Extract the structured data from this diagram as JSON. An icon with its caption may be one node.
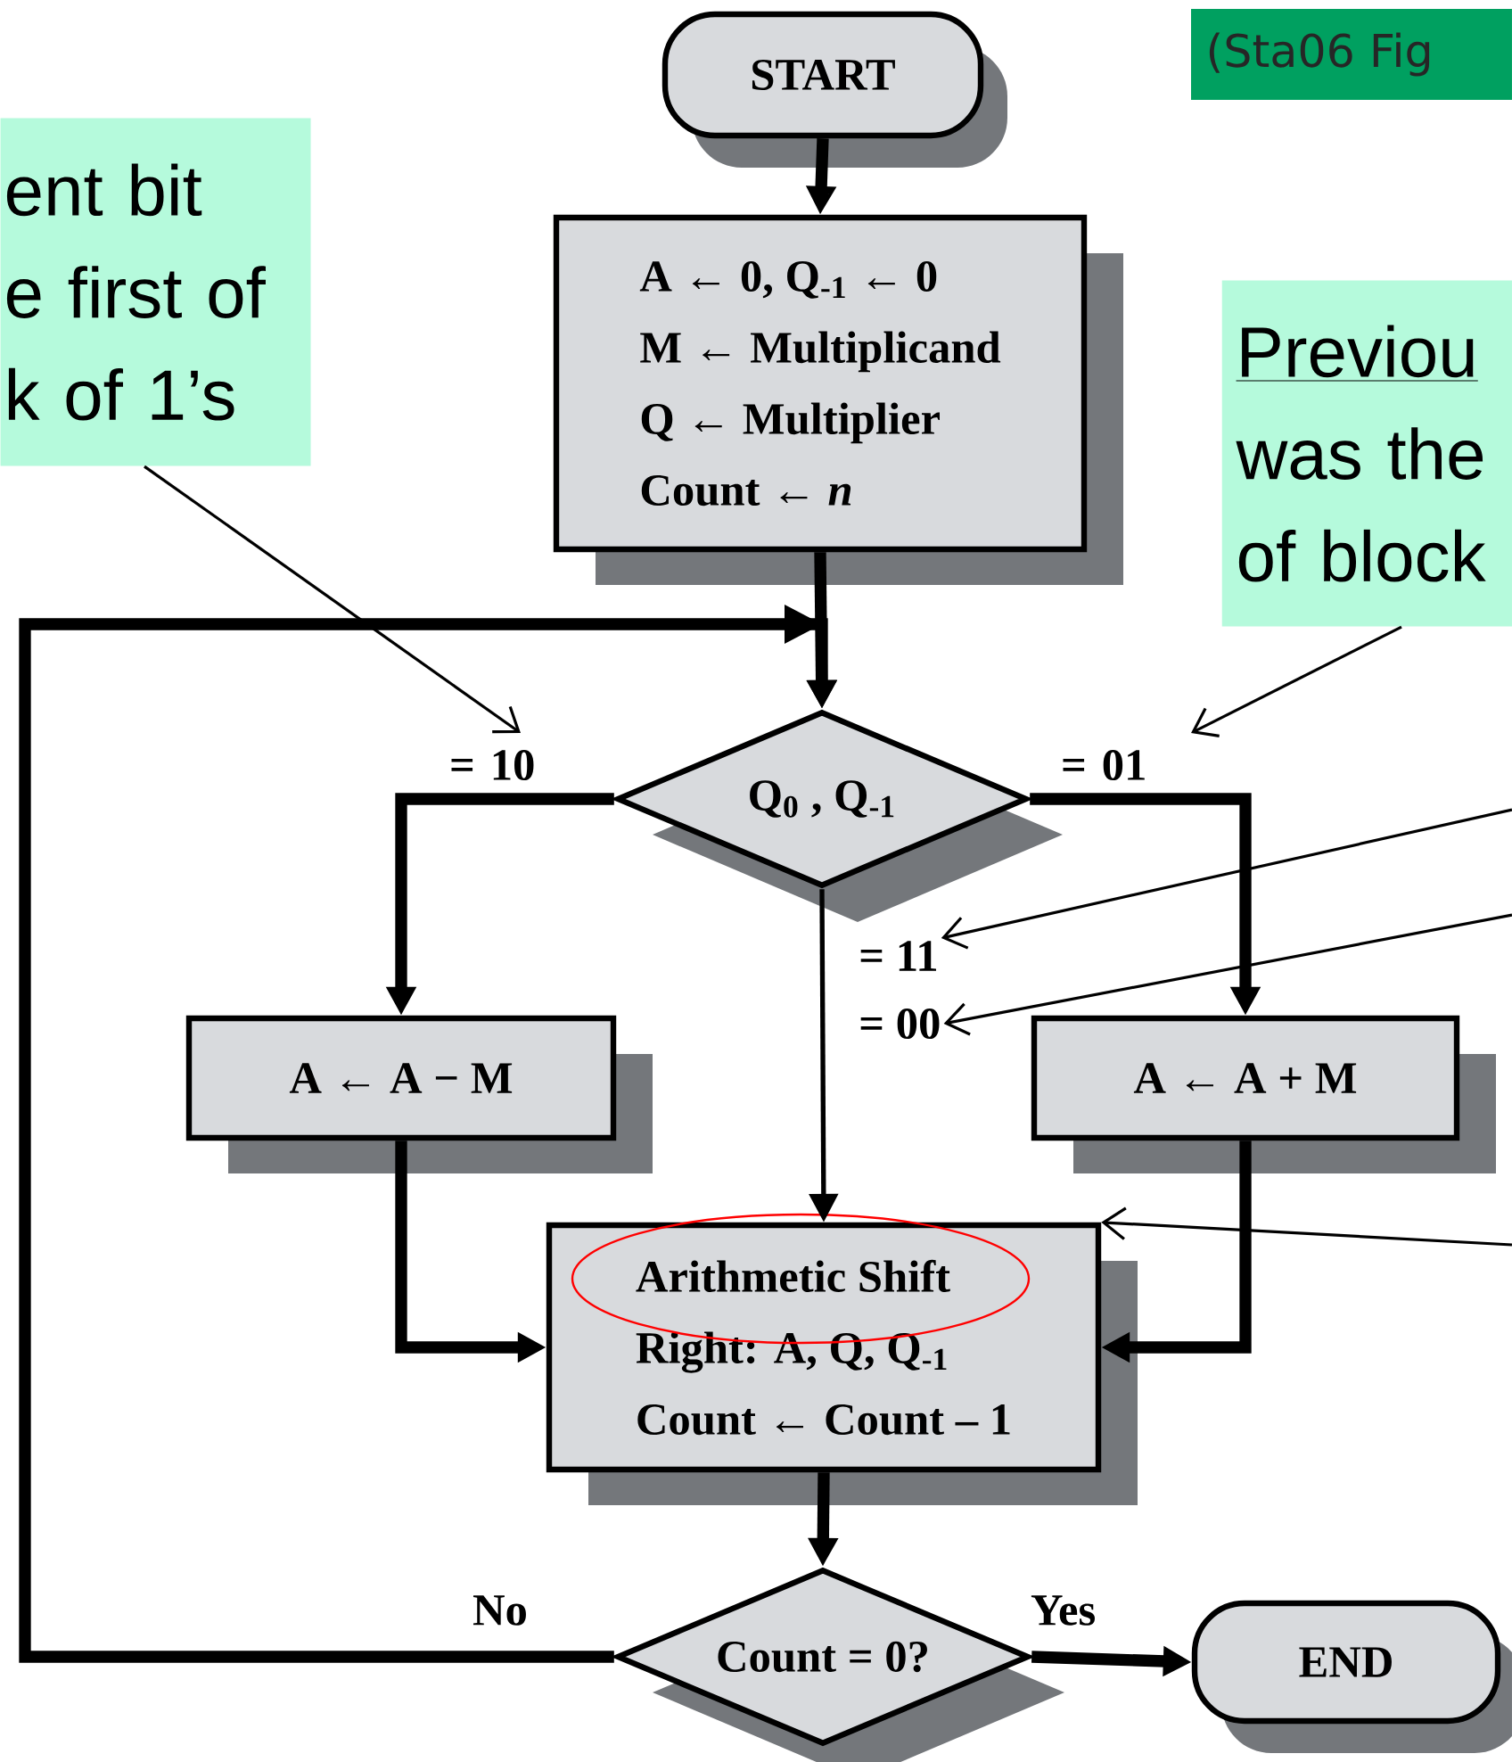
{
  "diagram": {
    "nodes": [
      {
        "text": [
          "ent bit",
          "e first of",
          "k of 1’s"
        ]
      },
      {
        "text": [
          "START"
        ]
      },
      {
        "text": [
          "A ← 0, Q$_{-1}$ ← 0",
          "M ← Multiplicand",
          "Q ← Multiplier",
          "Count ← *n*"
        ]
      },
      {
        "text": [
          "(Sta06 Fig"
        ]
      },
      {
        "text": [
          "Previou",
          "was the",
          "of block"
        ]
      },
      {
        "text": [
          "Q$_{0}$ , Q$_{-1}$"
        ]
      },
      {
        "text": [
          "A ← A − M"
        ]
      },
      {
        "text": [
          "A ← A + M"
        ]
      },
      {
        "text": [
          "Arithmetic Shift",
          "Right: A, Q, Q$_{-1}$",
          "Count ← Count – 1"
        ]
      },
      {
        "text": [
          "Count = 0?"
        ]
      },
      {
        "text": [
          "END"
        ]
      },
      {
        "text": [
          "= 11"
        ]
      },
      {
        "text": [
          "= 00"
        ]
      }
    ],
    "edges": [
      {
        "from": 1,
        "to": 2,
        "arrow": "to"
      },
      {
        "from": 2,
        "to": 5,
        "arrow": "to"
      },
      {
        "from": 5,
        "to": 6,
        "arrow": "to",
        "label": "= 10"
      },
      {
        "from": 5,
        "to": 7,
        "arrow": "to",
        "label": "= 01"
      },
      {
        "from": 5,
        "to": 8,
        "arrow": "to"
      },
      {
        "from": 6,
        "to": 8,
        "arrow": "to"
      },
      {
        "from": 7,
        "to": 8,
        "arrow": "to"
      },
      {
        "from": 8,
        "to": 9,
        "arrow": "to"
      },
      {
        "from": 9,
        "to": 5,
        "arrow": "to",
        "label": "No"
      },
      {
        "from": 9,
        "to": 10,
        "arrow": "to",
        "label": "Yes"
      },
      {
        "from": 0,
        "to": null,
        "arrow": "to"
      },
      {
        "from": 4,
        "to": null,
        "arrow": "to"
      },
      {
        "from": null,
        "to": 11,
        "arrow": "to"
      },
      {
        "from": null,
        "to": 12,
        "arrow": "to"
      },
      {
        "from": null,
        "to": 8,
        "arrow": "to"
      }
    ]
  }
}
